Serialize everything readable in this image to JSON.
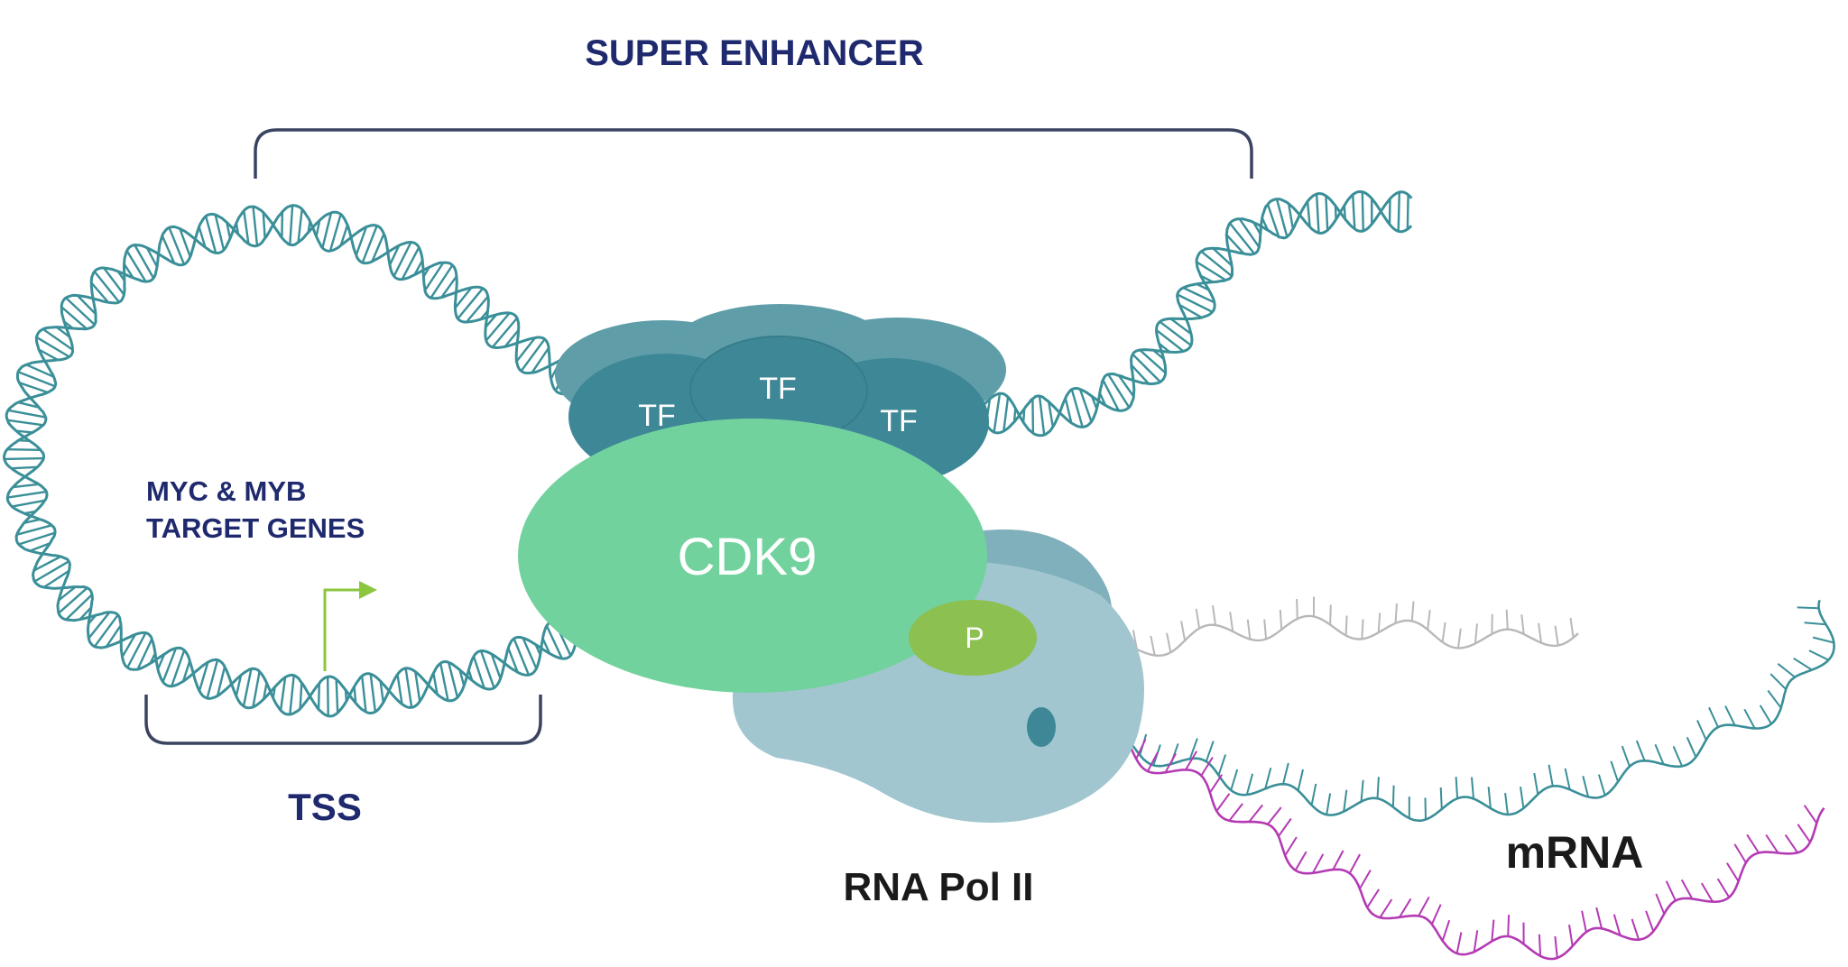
{
  "labels": {
    "super_enhancer": "SUPER ENHANCER",
    "target_genes_line1": "MYC & MYB",
    "target_genes_line2": "TARGET GENES",
    "tss": "TSS",
    "tf_left": "TF",
    "tf_center": "TF",
    "tf_right": "TF",
    "cdk9": "CDK9",
    "phospho": "P",
    "rna_pol": "RNA Pol II",
    "mrna": "mRNA"
  },
  "colors": {
    "label_navy": "#1f2a6e",
    "label_dark": "#1a1a1a",
    "dna_teal": "#3a8f98",
    "tf_back": "#5f9ea8",
    "tf_front": "#3e8797",
    "cdk9_green": "#72d29e",
    "pol_light": "#a1c6cf",
    "pol_dark": "#7fb0bb",
    "phospho_green": "#8cc152",
    "arrow_green": "#8cc63f",
    "mrna_magenta": "#b43ab4",
    "strand_gray": "#b8b8b8",
    "bracket": "#3a4460"
  }
}
